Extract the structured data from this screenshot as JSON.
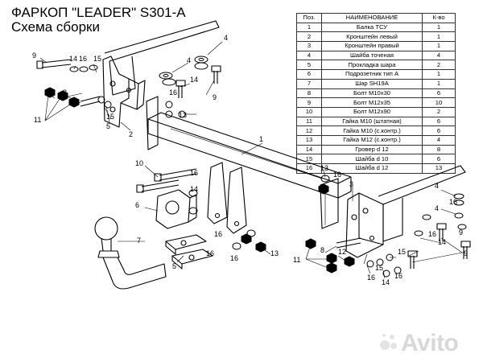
{
  "header": {
    "title": "ФАРКОП \"LEADER\" S301-A",
    "subtitle": "Схема сборки"
  },
  "parts_table": {
    "columns": [
      "Поз.",
      "НАИМЕНОВАНИЕ",
      "К-во"
    ],
    "rows": [
      [
        "1",
        "Балка ТСУ",
        "1"
      ],
      [
        "2",
        "Кронштейн левый",
        "1"
      ],
      [
        "3",
        "Кронштейн правый",
        "1"
      ],
      [
        "4",
        "Шайба точеная",
        "4"
      ],
      [
        "5",
        "Прокладка шара",
        "2"
      ],
      [
        "6",
        "Подрозетник тип А",
        "1"
      ],
      [
        "7",
        "Шар SH19A",
        "1"
      ],
      [
        "8",
        "Болт M10x30",
        "6"
      ],
      [
        "9",
        "Болт M12x35",
        "10"
      ],
      [
        "10",
        "Болт M12x90",
        "2"
      ],
      [
        "11",
        "Гайка M10 (штатная)",
        "6"
      ],
      [
        "12",
        "Гайка M10 (с.контр.)",
        "6"
      ],
      [
        "13",
        "Гайка M12 (с.контр.)",
        "4"
      ],
      [
        "14",
        "Гровер d 12",
        "8"
      ],
      [
        "15",
        "Шайба d 10",
        "6"
      ],
      [
        "16",
        "Шайба d 12",
        "13"
      ]
    ]
  },
  "callouts": {
    "c1": "1",
    "c2": "2",
    "c3": "3",
    "c4a": "4",
    "c4b": "4",
    "c4c": "4",
    "c4d": "4",
    "c5a": "5",
    "c5b": "5",
    "c6": "6",
    "c7": "7",
    "c8a": "8",
    "c8b": "8",
    "c9a": "9",
    "c9b": "9",
    "c9c": "9",
    "c9d": "9",
    "c10": "10",
    "c11a": "11",
    "c11b": "11",
    "c12a": "12",
    "c12b": "12",
    "c13a": "13",
    "c13b": "13",
    "c13c": "13",
    "c14a": "14",
    "c14b": "14",
    "c14c": "14",
    "c14d": "14",
    "c14e": "14",
    "c15a": "15",
    "c15b": "15",
    "c15c": "15",
    "c15d": "15",
    "c16a": "16",
    "c16b": "16",
    "c16c": "16",
    "c16d": "16",
    "c16e": "16",
    "c16f": "16",
    "c16g": "16",
    "c16h": "16",
    "c16i": "16",
    "c16j": "16",
    "c16k": "16"
  },
  "watermark": {
    "text": "Avito",
    "icon": "avito-logo-icon"
  }
}
